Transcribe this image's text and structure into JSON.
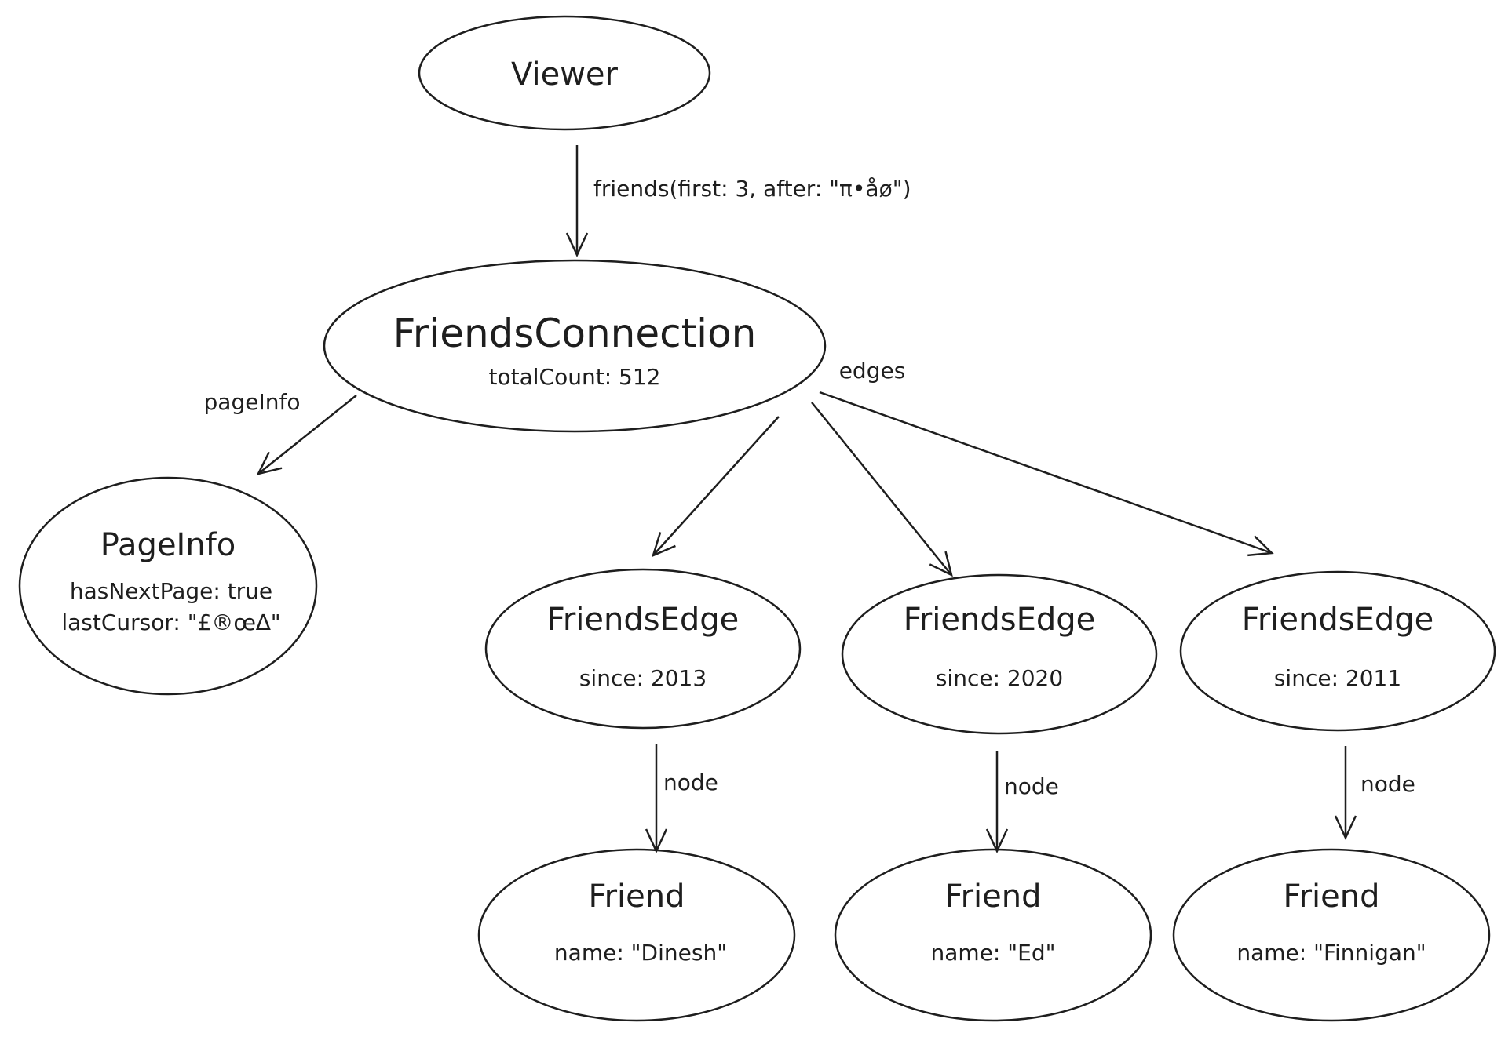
{
  "nodes": {
    "viewer": {
      "title": "Viewer"
    },
    "connection": {
      "title": "FriendsConnection",
      "total_count": "totalCount: 512"
    },
    "page_info": {
      "title": "PageInfo",
      "has_next_page": "hasNextPage: true",
      "last_cursor": "lastCursor: \"£®œ∆\""
    },
    "edges": [
      {
        "title": "FriendsEdge",
        "since": "since: 2013"
      },
      {
        "title": "FriendsEdge",
        "since": "since: 2020"
      },
      {
        "title": "FriendsEdge",
        "since": "since: 2011"
      }
    ],
    "friends": [
      {
        "title": "Friend",
        "name": "name: \"Dinesh\""
      },
      {
        "title": "Friend",
        "name": "name: \"Ed\""
      },
      {
        "title": "Friend",
        "name": "name: \"Finnigan\""
      }
    ]
  },
  "labels": {
    "friends_query": "friends(first: 3, after: \"π•åø\")",
    "page_info": "pageInfo",
    "edges": "edges",
    "node": "node"
  },
  "colors": {
    "stroke": "#1e1e1e",
    "background": "#ffffff"
  }
}
